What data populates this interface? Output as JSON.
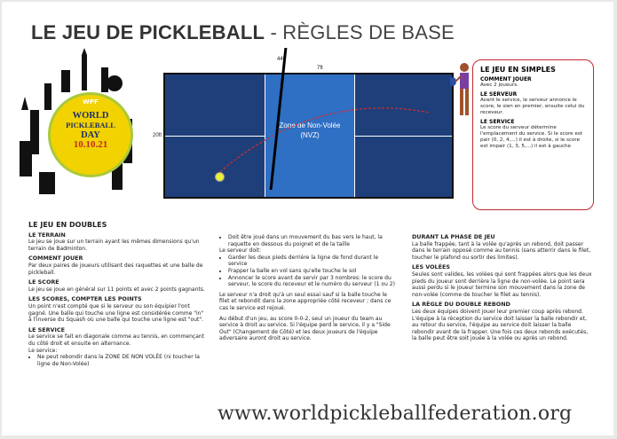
{
  "title": {
    "main": "LE JEU DE PICKLEBALL",
    "sep": " - ",
    "sub": "RÈGLES DE BASE"
  },
  "court": {
    "width_label": "44ft",
    "height_label": "20ft",
    "nvz_width_label": "7ft",
    "nvz_label_line1": "Zone de Non-Volée",
    "nvz_label_line2": "(NVZ)"
  },
  "logo": {
    "abbr": "WPF",
    "line1": "WORLD",
    "line2": "PICKLEBALL",
    "line3": "DAY",
    "date": "10.10.21"
  },
  "singles": {
    "heading": "LE JEU EN SIMPLES",
    "sections": [
      {
        "title": "COMMENT JOUER",
        "text": "Avec 2 joueurs."
      },
      {
        "title": "LE SERVEUR",
        "text": "Avant le service, le serveur annonce le score, le sien en premier, ensuite celui du receveur."
      },
      {
        "title": "LE SERVICE",
        "text": "Le score du serveur détermine l'emplacement du service. Si le score est pair (0, 2, 4,...) il est à droite, si le score est impair (1, 3, 5,...) il est à gauche"
      }
    ]
  },
  "doubles": {
    "heading": "LE JEU EN DOUBLES",
    "terrain_title": "LE TERRAIN",
    "terrain_text": "Le jeu se joue sur un terrain ayant les mêmes dimensions qu'un terrain de Badminton.",
    "play_title": "COMMENT JOUER",
    "play_text": "Par deux paires de joueurs utilisant des raquettes et une balle de pickleball.",
    "score_title": "LE SCORE",
    "score_text": "Le jeu se joue en général sur 11 points et avec 2 points gagnants.",
    "points_title": "LES SCORES, COMPTER LES POINTS",
    "points_text": "Un point n'est compté que si le serveur ou son équipier l'ont gagné. Une balle qui touche une ligne est considérée comme \"in\" à l'inverse du Squash où une balle qui touche une ligne est \"out\".",
    "service_title": "LE SERVICE",
    "service_text": "Le service se fait en diagonale comme au tennis, en commençant du côté droit et ensuite en alternance.",
    "service_label": "Le service:",
    "service_bullet": "Ne peut rebondir dans la ZONE DE NON VOLÉE (ni toucher la ligne de Non-Volée)"
  },
  "middle": {
    "bullet_top": "Doit être joué dans un mouvement du bas vers le haut, la raquette en dessous du poignet et de la taille",
    "server_must": "Le serveur doit:",
    "bullets": [
      "Garder les deux pieds derrière la ligne de fond durant le service",
      "Frapper la balle en vol sans qu'elle touche le sol",
      "Annoncer le score avant de servir par 3 nombres: le score du serveur, le score du receveur et le numéro du serveur (1 ou 2)"
    ],
    "para1": "Le serveur n'a droit qu'à un seul essai sauf si la balle touche le filet et rebondit dans la zone appropriée côté receveur ; dans ce cas le service est rejoué.",
    "para2": "Au début d'un jeu, au score 0-0-2, seul un joueur du team au service à droit au service. Si l'équipe perd le service, il y a \"Side Out\" (Changement de Côté) et les deux joueurs de l'équipe adversaire auront droit au service."
  },
  "right": {
    "phase_title": "DURANT LA PHASE DE JEU",
    "phase_text": "La balle frappée, tant à la volée qu'après un rebond, doit passer dans le terrain opposé comme au tennis (sans atterrir dans le filet, toucher le plafond ou sortir des limites).",
    "volley_title": "LES VOLÉES",
    "volley_text": "Seules sont valides, les volées qui sont frappées alors que les deux pieds du joueur sont derrière la ligne de non-volée. Le point sera aussi perdu si le joueur termine son mouvement dans la zone de non-volée (comme de toucher le filet au tennis).",
    "rebound_title": "LA RÈGLE DU DOUBLE REBOND",
    "rebound_text": "Les deux équipes doivent jouer leur premier coup après rebond. L'équipe à la réception du service doit laisser la balle rebondir et, au retour du service, l'équipe au service doit laisser la balle rebondir avant de la frapper. Une fois ces deux rebonds exécutés, la balle peut être soit jouée à la volée ou après un rebond."
  },
  "footer_url": "www.worldpickleballfederation.org",
  "colors": {
    "court": "#1f3f7a",
    "nvz": "#2f6fc4",
    "accent_red": "#c0282d",
    "logo_yellow": "#f2d200"
  }
}
